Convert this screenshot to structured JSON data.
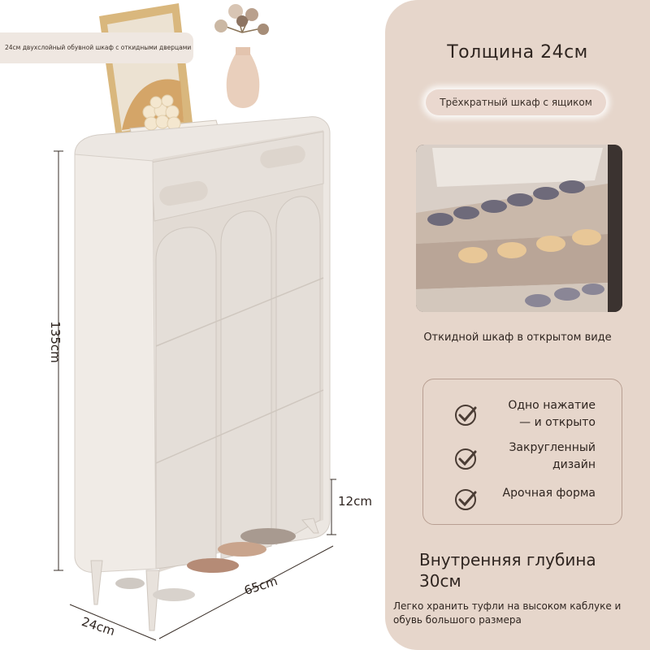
{
  "top_caption": "24см двухслойный обувной шкаф с откидными дверцами",
  "right_panel": {
    "thickness_title": "Толщина 24см",
    "pill_label": "Трёхкратный шкаф с ящиком",
    "photo_caption": "Откидной шкаф в открытом виде",
    "features": [
      {
        "line1": "Одно нажатие",
        "line2": "— и открыто"
      },
      {
        "line1": "Закругленный",
        "line2": "дизайн"
      },
      {
        "line1": "Арочная форма",
        "line2": ""
      }
    ],
    "depth_title_line1": "Внутренняя глубина",
    "depth_title_line2": "30см",
    "depth_sub_line1": "Легко хранить туфли на высоком каблуке и",
    "depth_sub_line2": "обувь большого размера"
  },
  "dimensions": {
    "height": "135cm",
    "leg": "12cm",
    "width": "65cm",
    "depth": "24cm"
  },
  "colors": {
    "panel_bg": "#e6d6cb",
    "cabinet": "#ece7e2",
    "check_color": "#4a3c34",
    "dimension_line": "#3a2f28"
  }
}
